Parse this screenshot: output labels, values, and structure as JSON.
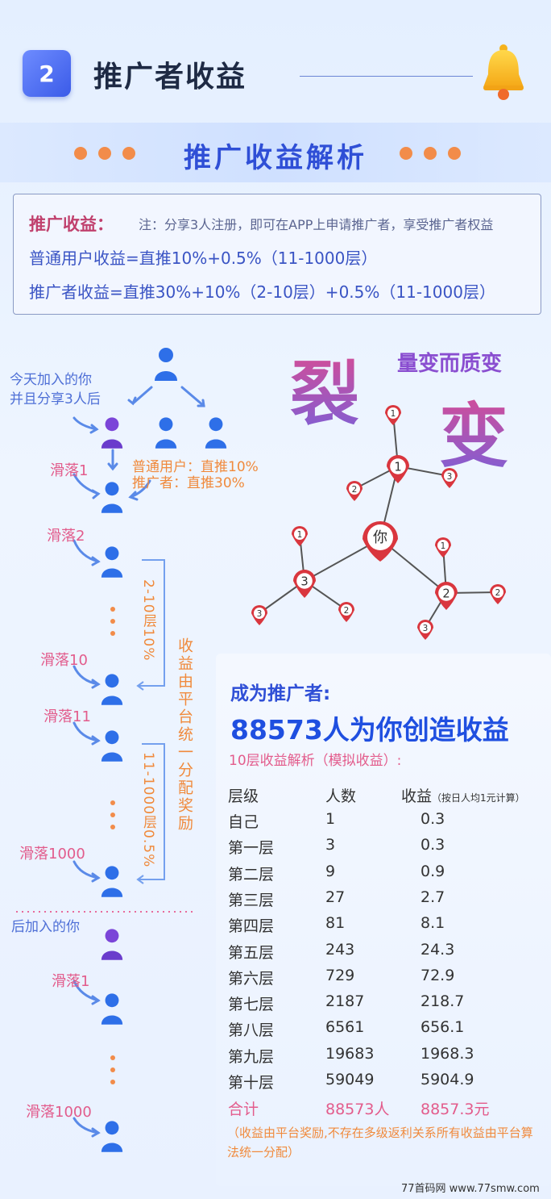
{
  "section": {
    "number": "2",
    "title": "推广者收益"
  },
  "banner": {
    "title": "推广收益解析"
  },
  "info": {
    "label": "推广收益：",
    "note": "注：分享3人注册，即可在APP上申请推广者，享受推广者权益",
    "line1": "普通用户收益=直推10%+0.5%（11-1000层）",
    "line2": "推广者收益=直推30%+10%（2-10层）+0.5%（11-1000层）"
  },
  "left": {
    "join_today_1": "今天加入的你",
    "join_today_2": "并且分享3人后",
    "slide1": "滑落1",
    "direct_normal": "普通用户：直推10%",
    "direct_promoter": "推广者：直推30%",
    "slide2": "滑落2",
    "layer_2_10": "2-10层10%",
    "platform_note": "收益由平台统一分配奖励",
    "slide10": "滑落10",
    "slide11": "滑落11",
    "layer_11_1000": "11-1000层0.5%",
    "slide1000": "滑落1000",
    "join_later": "后加入的你",
    "slide1_b": "滑落1",
    "slide1000_b": "滑落1000"
  },
  "fission": {
    "char1": "裂",
    "char2": "变",
    "slogan": "量变而质变",
    "center_label": "你",
    "nodes": [
      "1",
      "1",
      "2",
      "3",
      "1",
      "3",
      "3",
      "2",
      "1",
      "2",
      "2",
      "3"
    ]
  },
  "panel": {
    "subtitle": "成为推广者:",
    "headline": "88573人为你创造收益",
    "note": "10层收益解析（模拟收益）:",
    "headers": {
      "level": "层级",
      "count": "人数",
      "income": "收益",
      "income_note": "（按日人均1元计算）"
    },
    "rows": [
      {
        "level": "自己",
        "count": "1",
        "income": "0.3"
      },
      {
        "level": "第一层",
        "count": "3",
        "income": "0.3"
      },
      {
        "level": "第二层",
        "count": "9",
        "income": "0.9"
      },
      {
        "level": "第三层",
        "count": "27",
        "income": "2.7"
      },
      {
        "level": "第四层",
        "count": "81",
        "income": "8.1"
      },
      {
        "level": "第五层",
        "count": "243",
        "income": "24.3"
      },
      {
        "level": "第六层",
        "count": "729",
        "income": "72.9"
      },
      {
        "level": "第七层",
        "count": "2187",
        "income": "218.7"
      },
      {
        "level": "第八层",
        "count": "6561",
        "income": "656.1"
      },
      {
        "level": "第九层",
        "count": "19683",
        "income": "1968.3"
      },
      {
        "level": "第十层",
        "count": "59049",
        "income": "5904.9"
      }
    ],
    "total": {
      "level": "合计",
      "count": "88573人",
      "income": "8857.3元"
    },
    "footnote": "（收益由平台奖励,不存在多级返利关系所有收益由平台算法统一分配）"
  },
  "watermark": "77首码网 www.77smw.com",
  "colors": {
    "accent": "#2f4fd6",
    "pink": "#e35c8c",
    "orange": "#f08a3c",
    "node_red": "#d9363e"
  }
}
